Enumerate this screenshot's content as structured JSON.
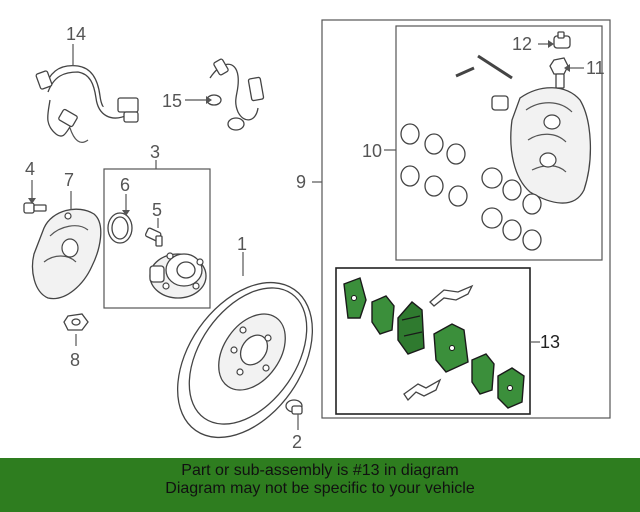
{
  "callouts": {
    "c1": "1",
    "c2": "2",
    "c3": "3",
    "c4": "4",
    "c5": "5",
    "c6": "6",
    "c7": "7",
    "c8": "8",
    "c9": "9",
    "c10": "10",
    "c11": "11",
    "c12": "12",
    "c13": "13",
    "c14": "14",
    "c15": "15"
  },
  "banner": {
    "line1": "Part or sub-assembly is #13 in diagram",
    "line2": "Diagram may not be specific to your vehicle"
  },
  "colors": {
    "highlight_parts": "#3b8f3b",
    "banner_background": "#2e7d1f",
    "line_art": "#444444"
  }
}
